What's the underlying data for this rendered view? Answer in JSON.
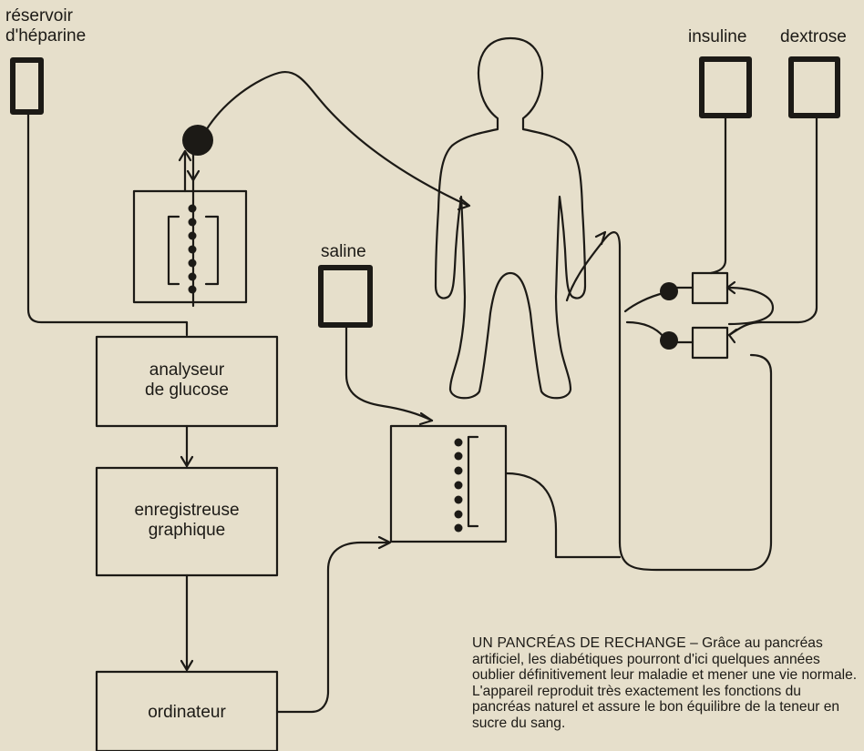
{
  "labels": {
    "heparin_reservoir_line1": "réservoir",
    "heparin_reservoir_line2": "d'héparine",
    "insulin": "insuline",
    "dextrose": "dextrose",
    "saline": "saline",
    "glucose_analyzer_line1": "analyseur",
    "glucose_analyzer_line2": "de glucose",
    "graphic_recorder_line1": "enregistreuse",
    "graphic_recorder_line2": "graphique",
    "computer": "ordinateur"
  },
  "caption": {
    "title": "UN PANCRÉAS DE RECHANGE",
    "separator": " – ",
    "text": "Grâce au pancréas artificiel, les diabétiques pourront d'ici quelques années oublier définitivement leur maladie et mener une vie normale. L'appareil reproduit très exactement les fonctions du pancréas naturel et assure le bon équilibre de la teneur en sucre du sang."
  },
  "colors": {
    "background": "#e6dfcb",
    "ink": "#1c1a16"
  }
}
